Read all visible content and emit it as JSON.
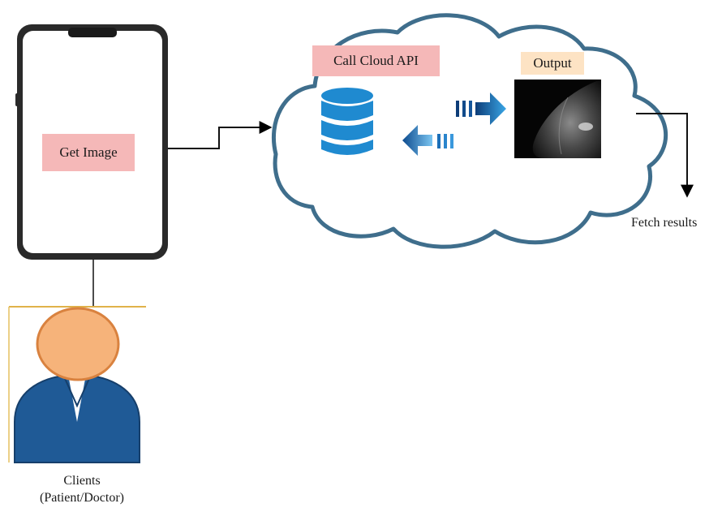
{
  "phone": {
    "label": "Get Image",
    "label_bg": "#f5b8b8"
  },
  "cloud": {
    "api_label": "Call Cloud API",
    "api_label_bg": "#f5b8b8",
    "output_label": "Output",
    "output_label_bg": "#fde3c4",
    "outline_color": "#3f6e8c"
  },
  "fetch": {
    "label": "Fetch results"
  },
  "clients": {
    "line1": "Clients",
    "line2": "(Patient/Doctor)"
  },
  "colors": {
    "database": "#1f8ad0",
    "arrow": "#1b6fb8",
    "avatar_face": "#f6b37a",
    "avatar_suit": "#1f5a96"
  }
}
